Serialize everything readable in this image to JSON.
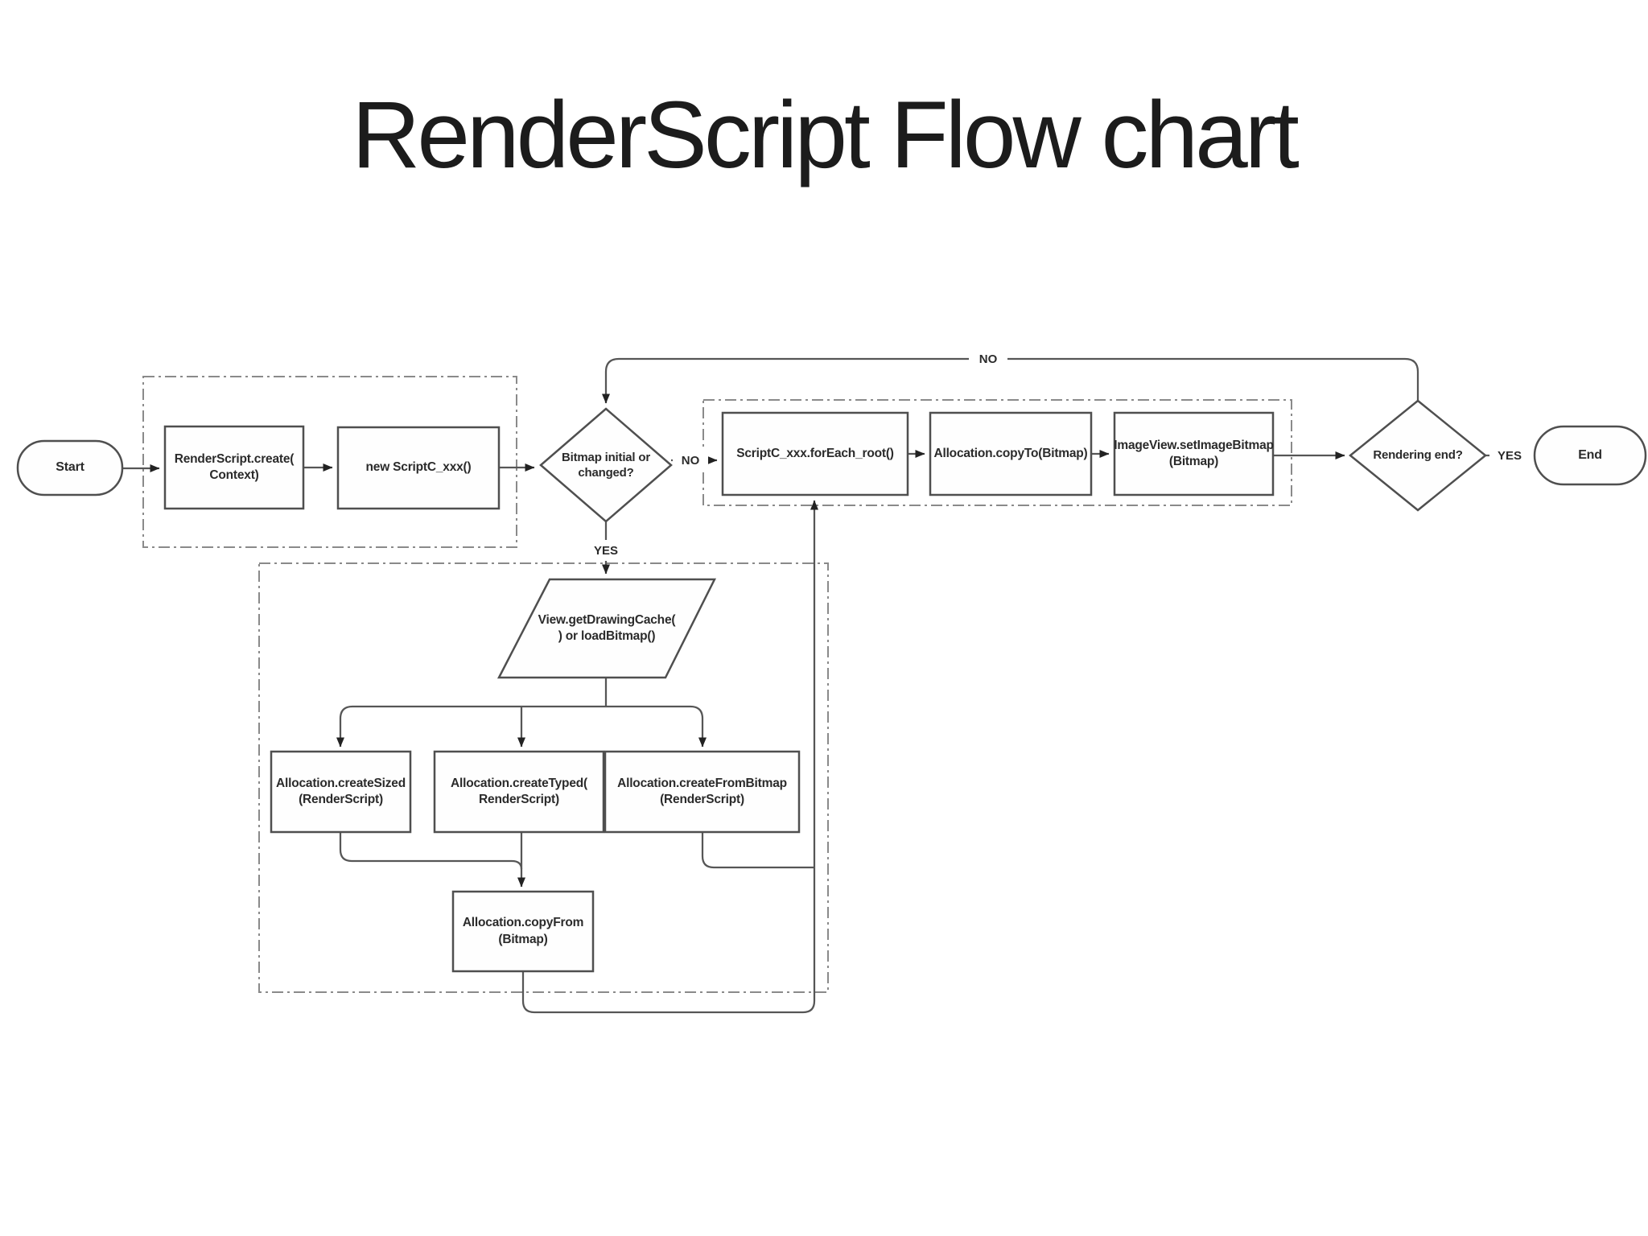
{
  "title": "RenderScript Flow chart",
  "colors": {
    "background": "#ffffff",
    "line": "#565656",
    "shape_border": "#4f4f4f",
    "container_border": "#8a8a8a",
    "text": "#2b2b2b",
    "title_text": "#1c1c1c"
  },
  "nodes": {
    "start": {
      "type": "terminator",
      "label": "Start"
    },
    "create_context": {
      "type": "process",
      "label": "RenderScript.create(\nContext)"
    },
    "new_scriptc": {
      "type": "process",
      "label": "new ScriptC_xxx()"
    },
    "bitmap_changed": {
      "type": "decision",
      "label": "Bitmap initial or\nchanged?"
    },
    "foreach_root": {
      "type": "process",
      "label": "ScriptC_xxx.forEach_root()"
    },
    "copy_to": {
      "type": "process",
      "label": "Allocation.copyTo(Bitmap)"
    },
    "set_image_bitmap": {
      "type": "process",
      "label": "ImageView.setImageBitmap\n(Bitmap)"
    },
    "rendering_end": {
      "type": "decision",
      "label": "Rendering end?"
    },
    "end": {
      "type": "terminator",
      "label": "End"
    },
    "get_drawing_cache": {
      "type": "input-output",
      "label": "View.getDrawingCache(\n) or loadBitmap()"
    },
    "create_sized": {
      "type": "process",
      "label": "Allocation.createSized\n(RenderScript)"
    },
    "create_typed": {
      "type": "process",
      "label": "Allocation.createTyped(\nRenderScript)"
    },
    "create_from_bitmap": {
      "type": "process",
      "label": "Allocation.createFromBitmap\n(RenderScript)"
    },
    "copy_from": {
      "type": "process",
      "label": "Allocation.copyFrom\n(Bitmap)"
    }
  },
  "edge_labels": {
    "no_loop": "NO",
    "no_branch": "NO",
    "yes_branch": "YES",
    "yes_end": "YES"
  }
}
